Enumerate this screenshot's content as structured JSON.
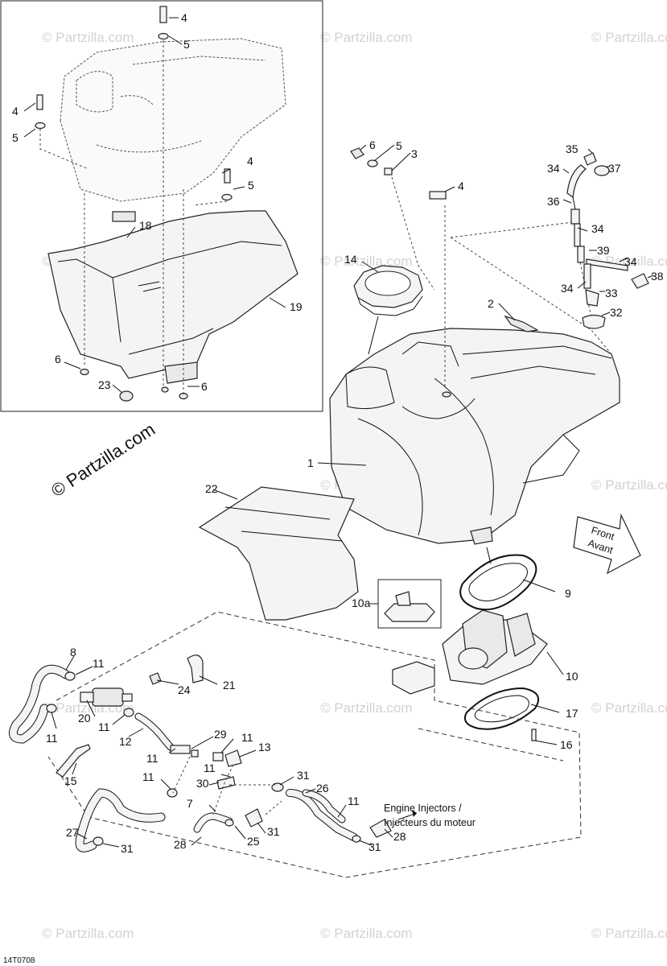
{
  "watermark": {
    "text": "© Partzilla.com",
    "big_text": "© Partzilla.com"
  },
  "drawing_code": "14T0708",
  "annotations": {
    "front_line1": "Front",
    "front_line2": "Avant",
    "engine_line1": "Engine Injectors /",
    "engine_line2": "Injecteurs du moteur"
  },
  "callouts": [
    {
      "id": "c4a",
      "text": "4"
    },
    {
      "id": "c5a",
      "text": "5"
    },
    {
      "id": "c4b",
      "text": "4"
    },
    {
      "id": "c5b",
      "text": "5"
    },
    {
      "id": "c4c",
      "text": "4"
    },
    {
      "id": "c5c",
      "text": "5"
    },
    {
      "id": "c18",
      "text": "18"
    },
    {
      "id": "c19",
      "text": "19"
    },
    {
      "id": "c6a",
      "text": "6"
    },
    {
      "id": "c23",
      "text": "23"
    },
    {
      "id": "c6b",
      "text": "6"
    },
    {
      "id": "c6c",
      "text": "6"
    },
    {
      "id": "c5d",
      "text": "5"
    },
    {
      "id": "c3",
      "text": "3"
    },
    {
      "id": "c4d",
      "text": "4"
    },
    {
      "id": "c14",
      "text": "14"
    },
    {
      "id": "c2",
      "text": "2"
    },
    {
      "id": "c1",
      "text": "1"
    },
    {
      "id": "c22",
      "text": "22"
    },
    {
      "id": "c35",
      "text": "35"
    },
    {
      "id": "c37",
      "text": "37"
    },
    {
      "id": "c34a",
      "text": "34"
    },
    {
      "id": "c36",
      "text": "36"
    },
    {
      "id": "c34b",
      "text": "34"
    },
    {
      "id": "c39",
      "text": "39"
    },
    {
      "id": "c34c",
      "text": "34"
    },
    {
      "id": "c38",
      "text": "38"
    },
    {
      "id": "c34d",
      "text": "34"
    },
    {
      "id": "c33",
      "text": "33"
    },
    {
      "id": "c32",
      "text": "32"
    },
    {
      "id": "c9",
      "text": "9"
    },
    {
      "id": "c10a",
      "text": "10a"
    },
    {
      "id": "c10",
      "text": "10"
    },
    {
      "id": "c17",
      "text": "17"
    },
    {
      "id": "c16",
      "text": "16"
    },
    {
      "id": "c8",
      "text": "8"
    },
    {
      "id": "c11a",
      "text": "11"
    },
    {
      "id": "c11b",
      "text": "11"
    },
    {
      "id": "c20",
      "text": "20"
    },
    {
      "id": "c11c",
      "text": "11"
    },
    {
      "id": "c24",
      "text": "24"
    },
    {
      "id": "c21",
      "text": "21"
    },
    {
      "id": "c12",
      "text": "12"
    },
    {
      "id": "c29",
      "text": "29"
    },
    {
      "id": "c11d",
      "text": "11"
    },
    {
      "id": "c11e",
      "text": "11"
    },
    {
      "id": "c13",
      "text": "13"
    },
    {
      "id": "c11f",
      "text": "11"
    },
    {
      "id": "c15",
      "text": "15"
    },
    {
      "id": "c11g",
      "text": "11"
    },
    {
      "id": "c30",
      "text": "30"
    },
    {
      "id": "c31a",
      "text": "31"
    },
    {
      "id": "c26",
      "text": "26"
    },
    {
      "id": "c27",
      "text": "27"
    },
    {
      "id": "c7",
      "text": "7"
    },
    {
      "id": "c31b",
      "text": "31"
    },
    {
      "id": "c28a",
      "text": "28"
    },
    {
      "id": "c28b",
      "text": "28"
    },
    {
      "id": "c25",
      "text": "25"
    },
    {
      "id": "c31c",
      "text": "31"
    },
    {
      "id": "c31d",
      "text": "31"
    },
    {
      "id": "c11h",
      "text": "11"
    }
  ]
}
